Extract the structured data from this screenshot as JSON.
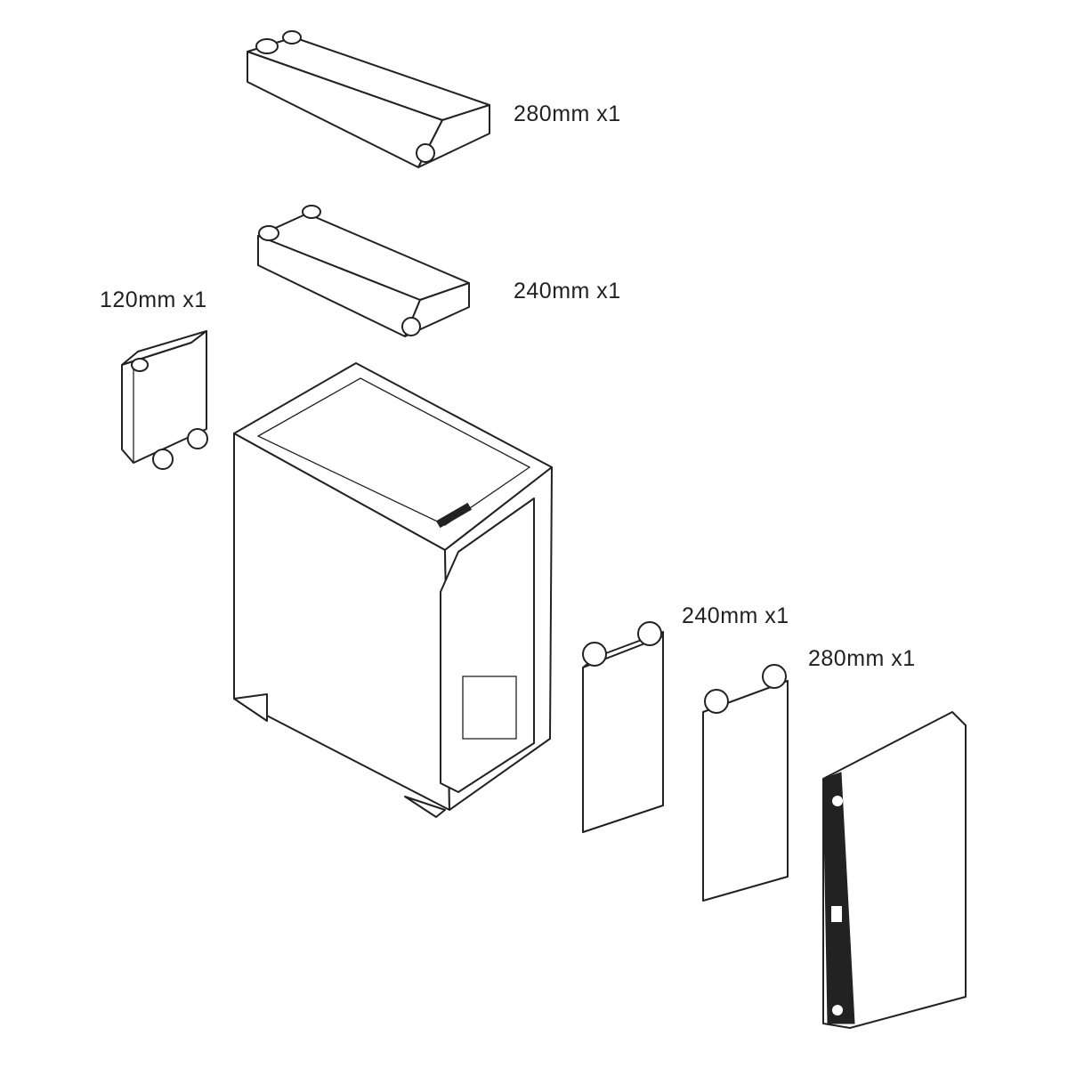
{
  "labels": {
    "top_280": "280mm x1",
    "top_240": "240mm x1",
    "rear_120": "120mm x1",
    "front_240": "240mm x1",
    "front_280": "280mm x1"
  }
}
